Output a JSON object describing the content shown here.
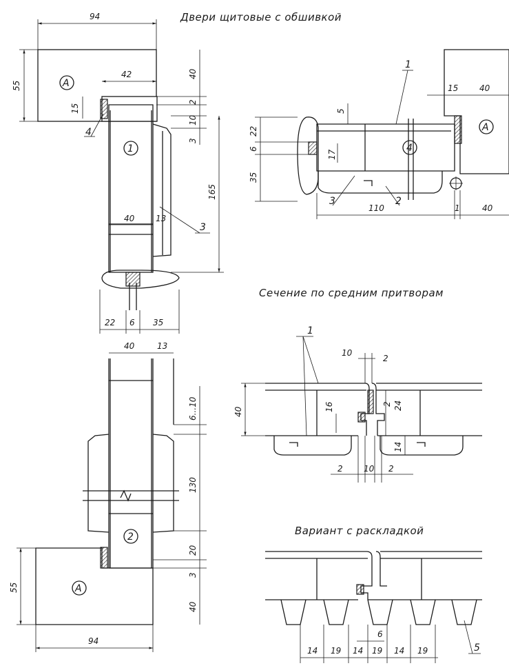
{
  "titles": {
    "main": "Двери щитовые с обшивкой",
    "section": "Сечение по средним притворам",
    "variant": "Вариант с раскладкой"
  },
  "markers": {
    "a": "A",
    "one": "1",
    "two": "2",
    "four": "4"
  },
  "leaders": {
    "one": "1",
    "two": "2",
    "three": "3",
    "four": "4",
    "five": "5"
  },
  "dims": {
    "d94": "94",
    "d55": "55",
    "d42": "42",
    "d40": "40",
    "d2": "2",
    "d10": "10",
    "d3": "3",
    "d165": "165",
    "d15": "15",
    "d13": "13",
    "d22": "22",
    "d6": "6",
    "d35": "35",
    "d5": "5",
    "d17": "17",
    "d110": "110",
    "d1": "1",
    "d610": "6...10",
    "d130": "130",
    "d20": "20",
    "d16": "16",
    "d24": "24",
    "d14": "14",
    "d19": "19"
  }
}
